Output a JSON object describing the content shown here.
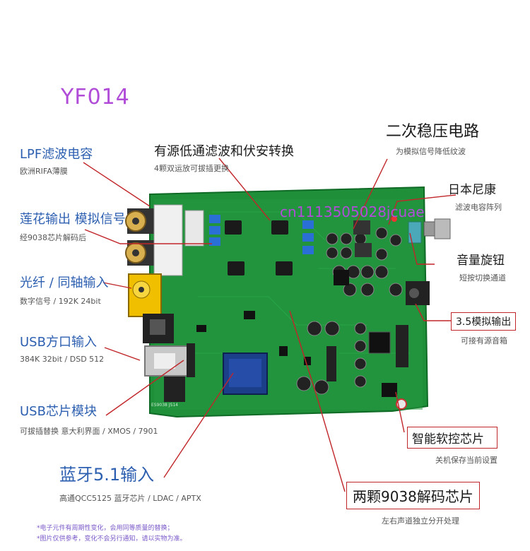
{
  "model": "YF014",
  "labels": {
    "lpf": {
      "title": "LPF滤波电容",
      "sub": "欧洲RIFA薄膜"
    },
    "rca": {
      "title": "莲花输出 模拟信号",
      "sub": "经9038芯片解码后"
    },
    "optical": {
      "title": "光纤 / 同轴输入",
      "sub": "数字信号 / 192K 24bit"
    },
    "usb_b": {
      "title": "USB方口输入",
      "sub": "384K 32bit / DSD 512"
    },
    "usb_chip": {
      "title": "USB芯片模块",
      "sub": "可拔插替换 意大利界面 / XMOS / 7901"
    },
    "bluetooth": {
      "title": "蓝牙5.1输入",
      "sub": "高通QCC5125 蓝牙芯片 / LDAC / APTX"
    },
    "filter": {
      "title": "有源低通滤波和伏安转换",
      "sub": "4颗双运放可拔插更换"
    },
    "regulator": {
      "title": "二次稳压电路",
      "sub": "为模拟信号降低纹波"
    },
    "nichicon": {
      "title": "日本尼康",
      "sub": "滤波电容阵列"
    },
    "volume": {
      "title": "音量旋钮",
      "sub": "短按切换通道"
    },
    "out35": {
      "title": "3.5模拟输出",
      "sub": "可接有源音箱"
    },
    "smart": {
      "title": "智能软控芯片",
      "sub": "关机保存当前设置"
    },
    "dac": {
      "title": "两颗9038解码芯片",
      "sub": "左右声道独立分开处理"
    }
  },
  "watermark": "cn1113505028jcuae",
  "board_silk": "ES9038 JS14",
  "notes": [
    "*电子元件有周期性变化，会用同等质量的替换；",
    "*图片仅供参考，变化不会另行通知，请以实物为准。"
  ],
  "colors": {
    "pcb": "#1f8f3a",
    "pcb_edge": "#0f6a26",
    "accent_line": "#c0262a",
    "model": "#b04cd8"
  }
}
